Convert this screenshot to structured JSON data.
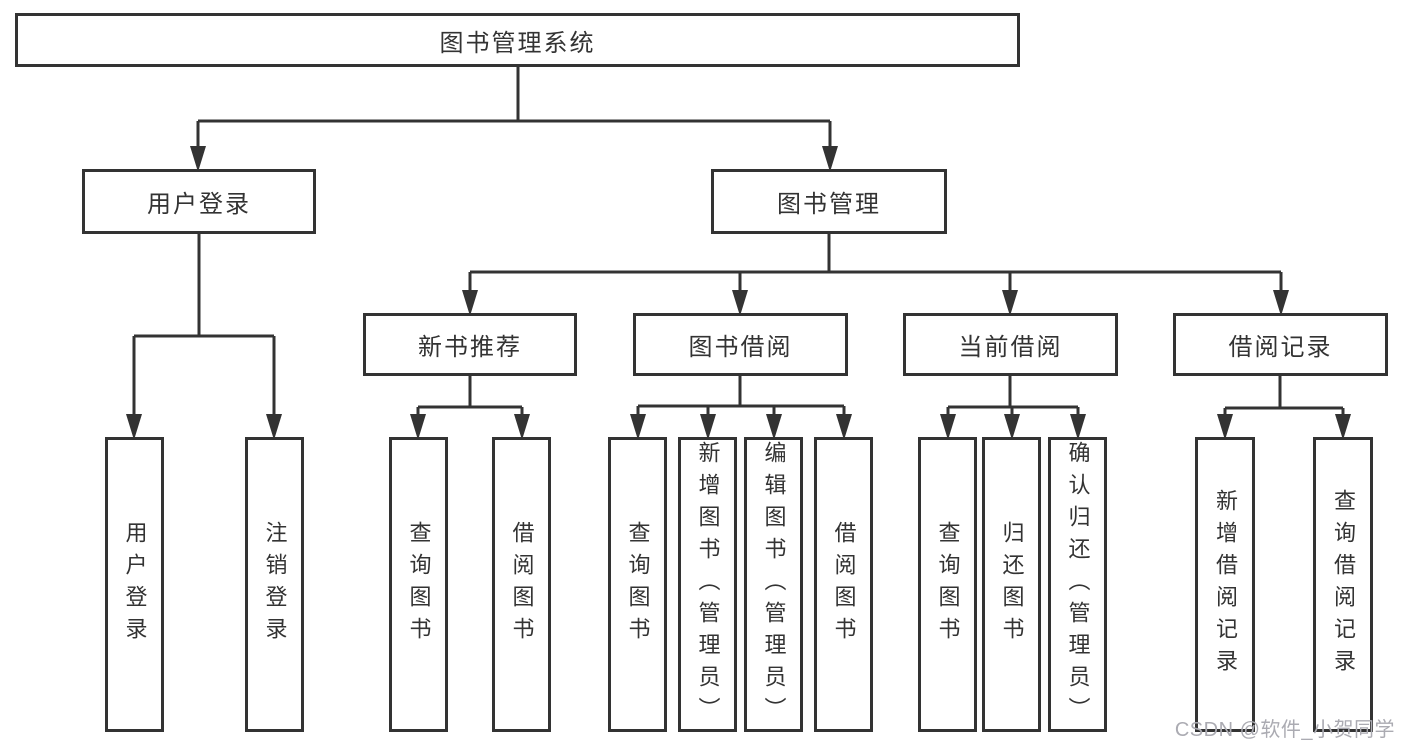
{
  "diagram": {
    "root": {
      "label": "图书管理系统",
      "children": [
        {
          "label": "用户登录",
          "children": [
            {
              "label": "用户登录"
            },
            {
              "label": "注销登录"
            }
          ]
        },
        {
          "label": "图书管理",
          "children": [
            {
              "label": "新书推荐",
              "children": [
                {
                  "label": "查询图书"
                },
                {
                  "label": "借阅图书"
                }
              ]
            },
            {
              "label": "图书借阅",
              "children": [
                {
                  "label": "查询图书"
                },
                {
                  "label": "新增图书（管理员）"
                },
                {
                  "label": "编辑图书（管理员）"
                },
                {
                  "label": "借阅图书"
                }
              ]
            },
            {
              "label": "当前借阅",
              "children": [
                {
                  "label": "查询图书"
                },
                {
                  "label": "归还图书"
                },
                {
                  "label": "确认归还（管理员）"
                }
              ]
            },
            {
              "label": "借阅记录",
              "children": [
                {
                  "label": "新增借阅记录"
                },
                {
                  "label": "查询借阅记录"
                }
              ]
            }
          ]
        }
      ]
    }
  },
  "watermark": "CSDN @软件_小贺同学",
  "colors": {
    "line": "#333333",
    "text": "#333333",
    "background": "#ffffff",
    "watermark": "#ababb2"
  }
}
